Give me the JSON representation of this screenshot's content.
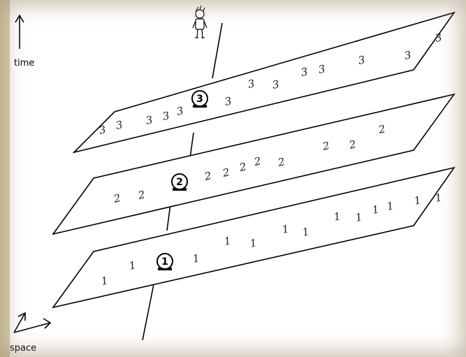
{
  "labels": {
    "time": "time",
    "space": "space"
  },
  "slices": [
    {
      "id": 1,
      "clock_label": "1",
      "digits": [
        "1",
        "1",
        "1",
        "1",
        "1",
        "1",
        "1",
        "1",
        "1",
        "1",
        "1",
        "1",
        "1"
      ]
    },
    {
      "id": 2,
      "clock_label": "2",
      "digits": [
        "2",
        "2",
        "2",
        "2",
        "2",
        "2",
        "2",
        "2",
        "2",
        "2"
      ]
    },
    {
      "id": 3,
      "clock_label": "3",
      "digits": [
        "3",
        "3",
        "3",
        "3",
        "3",
        "3",
        "3",
        "3",
        "3",
        "3",
        "3",
        "3",
        "3"
      ]
    }
  ],
  "icons": {
    "observer": "person-icon",
    "clock": "clock-icon",
    "time_arrow": "up-arrow-icon",
    "space_axes": "space-axes-icon"
  }
}
